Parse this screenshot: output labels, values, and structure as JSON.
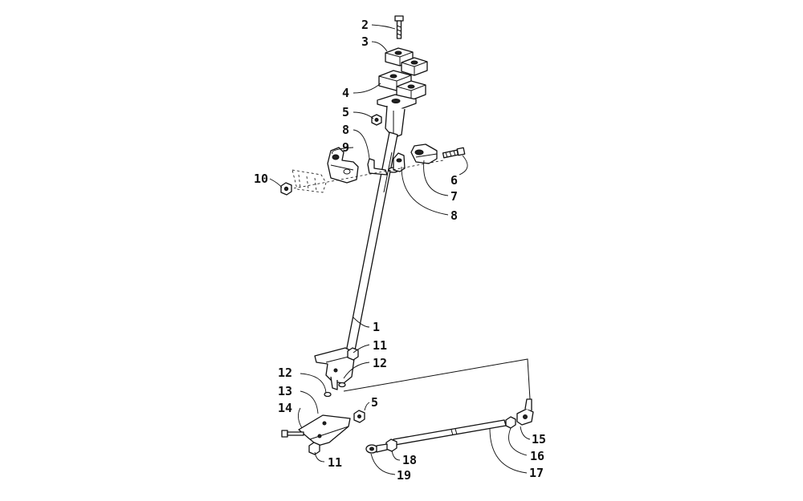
{
  "diagram": {
    "callouts": [
      {
        "id": "c2",
        "text": "2"
      },
      {
        "id": "c3",
        "text": "3"
      },
      {
        "id": "c4",
        "text": "4"
      },
      {
        "id": "c5a",
        "text": "5"
      },
      {
        "id": "c8a",
        "text": "8"
      },
      {
        "id": "c9",
        "text": "9"
      },
      {
        "id": "c10",
        "text": "10"
      },
      {
        "id": "c6",
        "text": "6"
      },
      {
        "id": "c7",
        "text": "7"
      },
      {
        "id": "c8b",
        "text": "8"
      },
      {
        "id": "c1",
        "text": "1"
      },
      {
        "id": "c11a",
        "text": "11"
      },
      {
        "id": "c12a",
        "text": "12"
      },
      {
        "id": "c12b",
        "text": "12"
      },
      {
        "id": "c13",
        "text": "13"
      },
      {
        "id": "c14",
        "text": "14"
      },
      {
        "id": "c5b",
        "text": "5"
      },
      {
        "id": "c11b",
        "text": "11"
      },
      {
        "id": "c15",
        "text": "15"
      },
      {
        "id": "c16",
        "text": "16"
      },
      {
        "id": "c18",
        "text": "18"
      },
      {
        "id": "c19",
        "text": "19"
      },
      {
        "id": "c17",
        "text": "17"
      }
    ]
  }
}
